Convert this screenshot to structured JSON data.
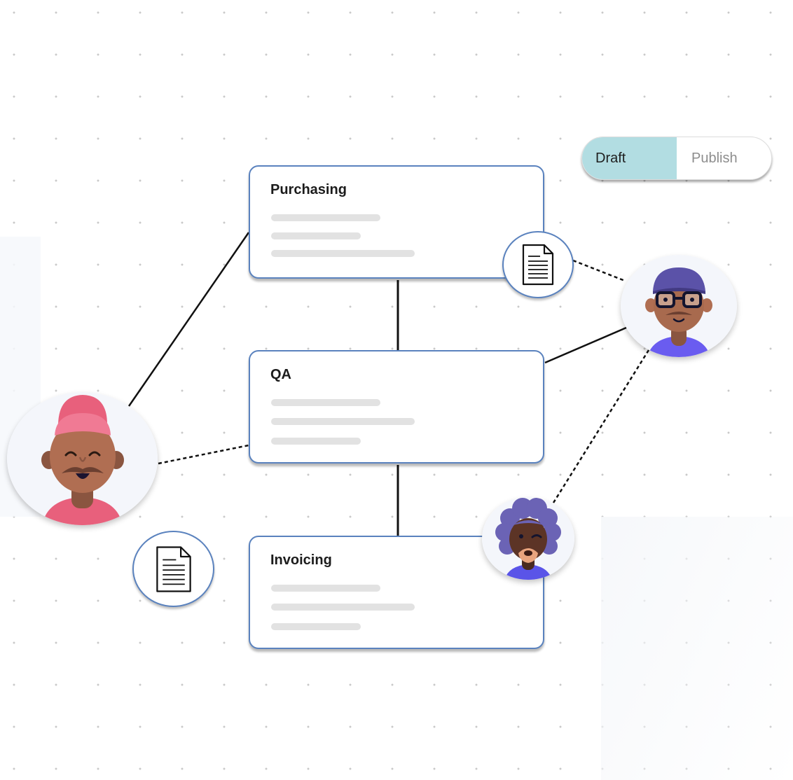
{
  "toggle": {
    "draft_label": "Draft",
    "publish_label": "Publish",
    "selected": "Draft"
  },
  "cards": [
    {
      "title": "Purchasing"
    },
    {
      "title": "QA"
    },
    {
      "title": "Invoicing"
    }
  ],
  "icons": {
    "document": "document-icon",
    "avatar_left": "avatar-pink-hat-icon",
    "avatar_right": "avatar-cap-glasses-icon",
    "avatar_bottom": "avatar-curly-hair-icon"
  },
  "colors": {
    "card_border": "#5a82be",
    "draft_active": "#b2dde2",
    "placeholder_bar": "#e2e2e2"
  }
}
